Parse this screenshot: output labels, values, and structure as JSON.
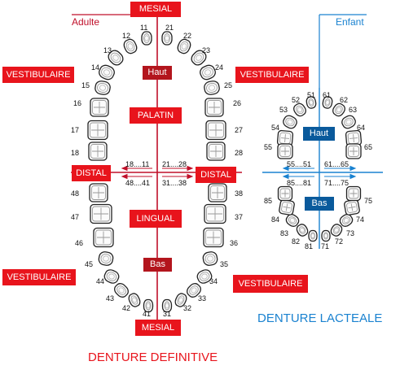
{
  "adult": {
    "header": "Adulte",
    "title": "DENTURE DEFINITIVE",
    "mesial_top": "MESIAL",
    "mesial_bottom": "MESIAL",
    "haut": "Haut",
    "palatin": "PALATIN",
    "lingual": "LINGUAL",
    "bas": "Bas",
    "distal_left": "DISTAL",
    "distal_right": "DISTAL",
    "vestibulaire_tl": "VESTIBULAIRE",
    "vestibulaire_tr": "VESTIBULAIRE",
    "vestibulaire_bl": "VESTIBULAIRE",
    "vestibulaire_br": "VESTIBULAIRE",
    "range_ul": "18....11",
    "range_ur": "21....28",
    "range_ll": "48....41",
    "range_lr": "31....38",
    "teeth_upper_right": [
      "11",
      "12",
      "13",
      "14",
      "15",
      "16",
      "17",
      "18"
    ],
    "teeth_upper_left": [
      "21",
      "22",
      "23",
      "24",
      "25",
      "26",
      "27",
      "28"
    ],
    "teeth_lower_left": [
      "31",
      "32",
      "33",
      "34",
      "35",
      "36",
      "37",
      "38"
    ],
    "teeth_lower_right": [
      "41",
      "42",
      "43",
      "44",
      "45",
      "46",
      "47",
      "48"
    ]
  },
  "child": {
    "header": "Enfant",
    "title": "DENTURE LACTEALE",
    "haut": "Haut",
    "bas": "Bas",
    "range_ul": "55....51",
    "range_ur": "61....65",
    "range_ll": "85....81",
    "range_lr": "71....75",
    "teeth_upper_right": [
      "51",
      "52",
      "53",
      "54",
      "55"
    ],
    "teeth_upper_left": [
      "61",
      "62",
      "63",
      "64",
      "65"
    ],
    "teeth_lower_left": [
      "71",
      "72",
      "73",
      "74",
      "75"
    ],
    "teeth_lower_right": [
      "81",
      "82",
      "83",
      "84",
      "85"
    ]
  },
  "colors": {
    "red": "#e8141c",
    "dark_red": "#b3151d",
    "blue": "#1a82d0",
    "navy": "#0a5a9c"
  }
}
